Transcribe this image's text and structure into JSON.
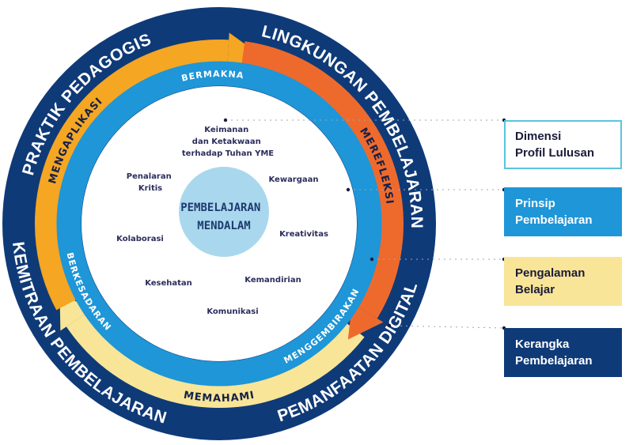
{
  "outer_ring": {
    "top_left": "PRAKTIK PEDAGOGIS",
    "top_right": "LINGKUNGAN PEMBELAJARAN",
    "bottom_right": "PEMANFAATAN DIGITAL",
    "bottom_left": "KEMITRAAN PEMBELAJARAN"
  },
  "experience_ring": {
    "left": "MENGAPLIKASI",
    "right": "MEREFLEKSI",
    "bottom": "MEMAHAMI"
  },
  "principle_ring": {
    "top": "BERMAKNA",
    "right": "MENGGEMBIRAKAN",
    "left": "BERKESADARAN"
  },
  "dimensions": {
    "keimanan": [
      "Keimanan",
      "dan Ketakwaan",
      "terhadap Tuhan YME"
    ],
    "penalaran": [
      "Penalaran",
      "Kritis"
    ],
    "kewargaan": "Kewargaan",
    "kolaborasi": "Kolaborasi",
    "kreativitas": "Kreativitas",
    "kesehatan": "Kesehatan",
    "kemandirian": "Kemandirian",
    "komunikasi": "Komunikasi"
  },
  "center": [
    "PEMBELAJARAN",
    "MENDALAM"
  ],
  "legend": [
    {
      "lines": [
        "Dimensi",
        "Profil Lulusan"
      ],
      "color": "#ffffff",
      "border": "#5bc4e0",
      "text": "#1b1b3a"
    },
    {
      "lines": [
        "Prinsip",
        "Pembelajaran"
      ],
      "color": "#1e96d8",
      "border": "#1e96d8",
      "text": "#ffffff"
    },
    {
      "lines": [
        "Pengalaman",
        "Belajar"
      ],
      "color": "#f8e597",
      "border": "#f8e597",
      "text": "#1b1b3a"
    },
    {
      "lines": [
        "Kerangka",
        "Pembelajaran"
      ],
      "color": "#0f3a78",
      "border": "#0f3a78",
      "text": "#ffffff"
    }
  ],
  "colors": {
    "outer": "#0f3a78",
    "blue_ring": "#1e96d8",
    "orange": "#ee6a2c",
    "amber": "#f5a623",
    "pale_yellow": "#f8e597",
    "core": "#a9d8ee"
  }
}
